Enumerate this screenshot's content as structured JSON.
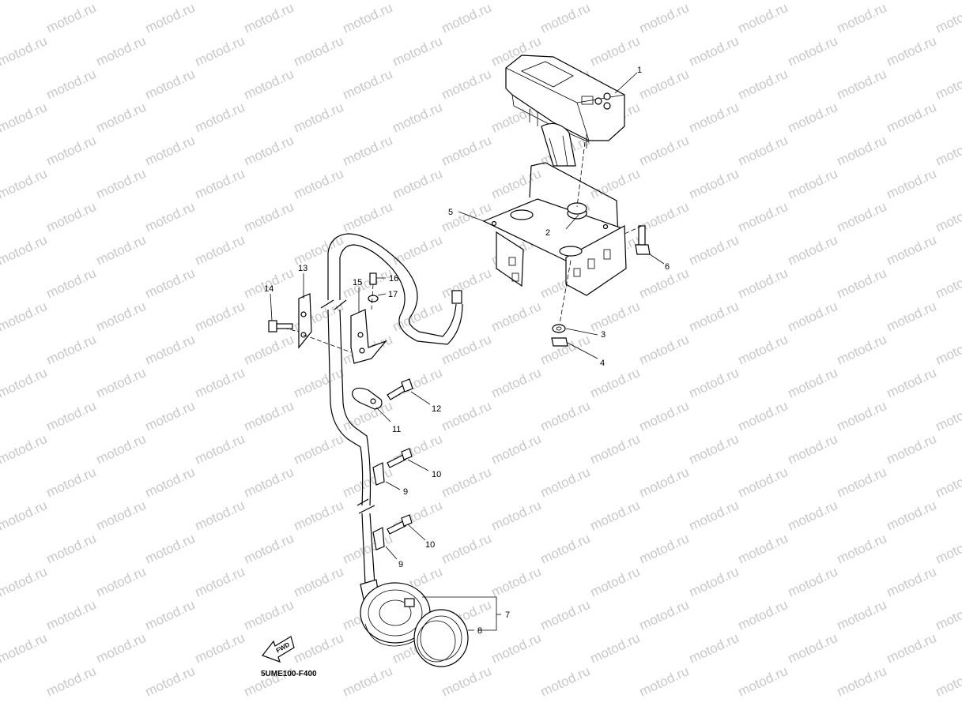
{
  "watermark": {
    "text": "motod.ru",
    "color": "#c8c8c8"
  },
  "drawing_code": "5UME100-F400",
  "fwd_label": "FWD",
  "callouts": [
    {
      "id": "c1",
      "label": "1"
    },
    {
      "id": "c2",
      "label": "2"
    },
    {
      "id": "c3",
      "label": "3"
    },
    {
      "id": "c4",
      "label": "4"
    },
    {
      "id": "c5",
      "label": "5"
    },
    {
      "id": "c6",
      "label": "6"
    },
    {
      "id": "c7",
      "label": "7"
    },
    {
      "id": "c8",
      "label": "8"
    },
    {
      "id": "c9a",
      "label": "9"
    },
    {
      "id": "c9b",
      "label": "9"
    },
    {
      "id": "c10a",
      "label": "10"
    },
    {
      "id": "c10b",
      "label": "10"
    },
    {
      "id": "c11",
      "label": "11"
    },
    {
      "id": "c12",
      "label": "12"
    },
    {
      "id": "c13",
      "label": "13"
    },
    {
      "id": "c14",
      "label": "14"
    },
    {
      "id": "c15",
      "label": "15"
    },
    {
      "id": "c16",
      "label": "16"
    },
    {
      "id": "c17",
      "label": "17"
    }
  ]
}
